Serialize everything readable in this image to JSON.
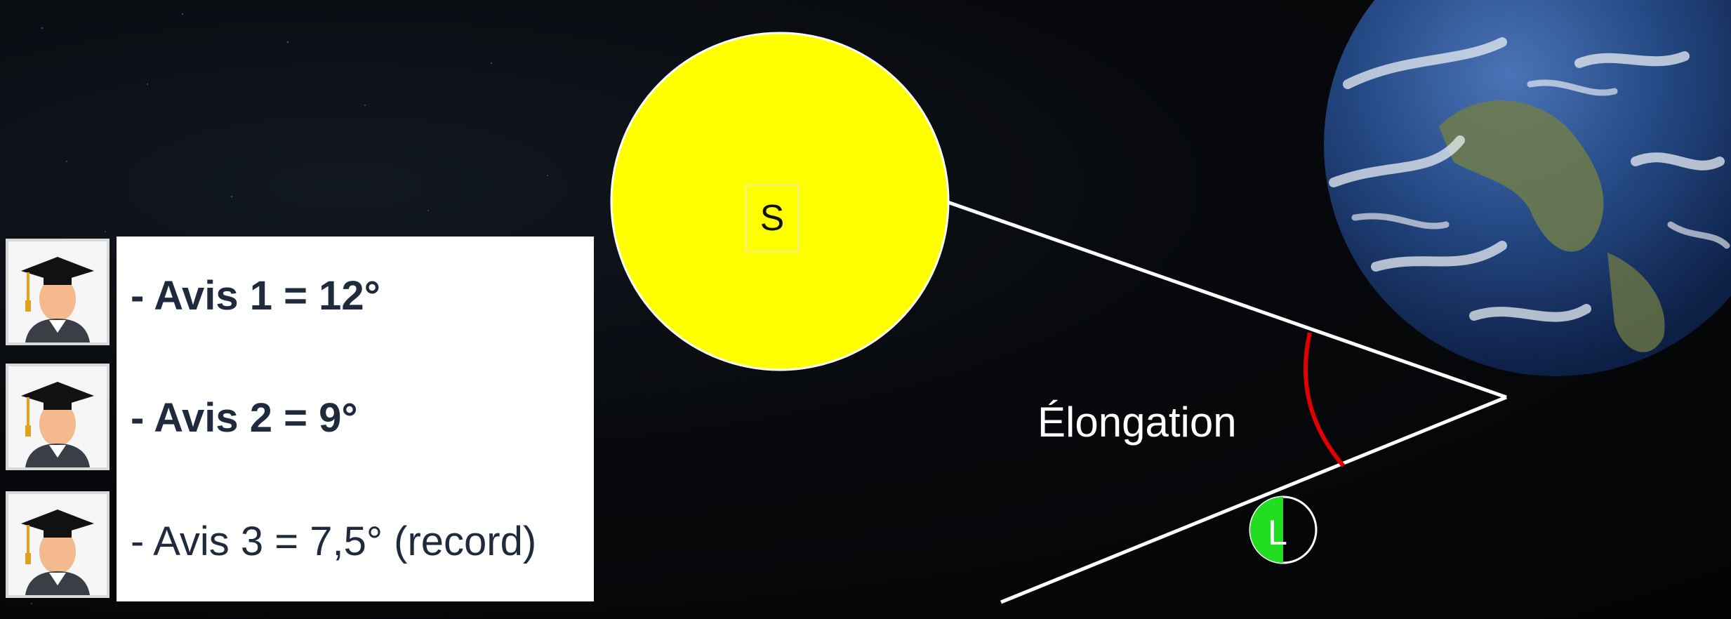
{
  "sun": {
    "label": "S"
  },
  "moon": {
    "label": "L"
  },
  "angle": {
    "label": "Élongation"
  },
  "opinions": [
    {
      "text": "- Avis 1 = 12°",
      "bold": true
    },
    {
      "text": "- Avis 2 = 9°",
      "bold": true
    },
    {
      "text": "- Avis 3 = 7,5° (record)",
      "bold": false
    }
  ],
  "icons": [
    "graduate-avatar-icon",
    "earth-icon",
    "crescent-moon-icon",
    "sun-icon"
  ],
  "colors": {
    "sun": "#ffff00",
    "arc": "#e00000",
    "moon_lit": "#22dd22",
    "text_dark": "#1f2a3c",
    "background": "#050608"
  }
}
